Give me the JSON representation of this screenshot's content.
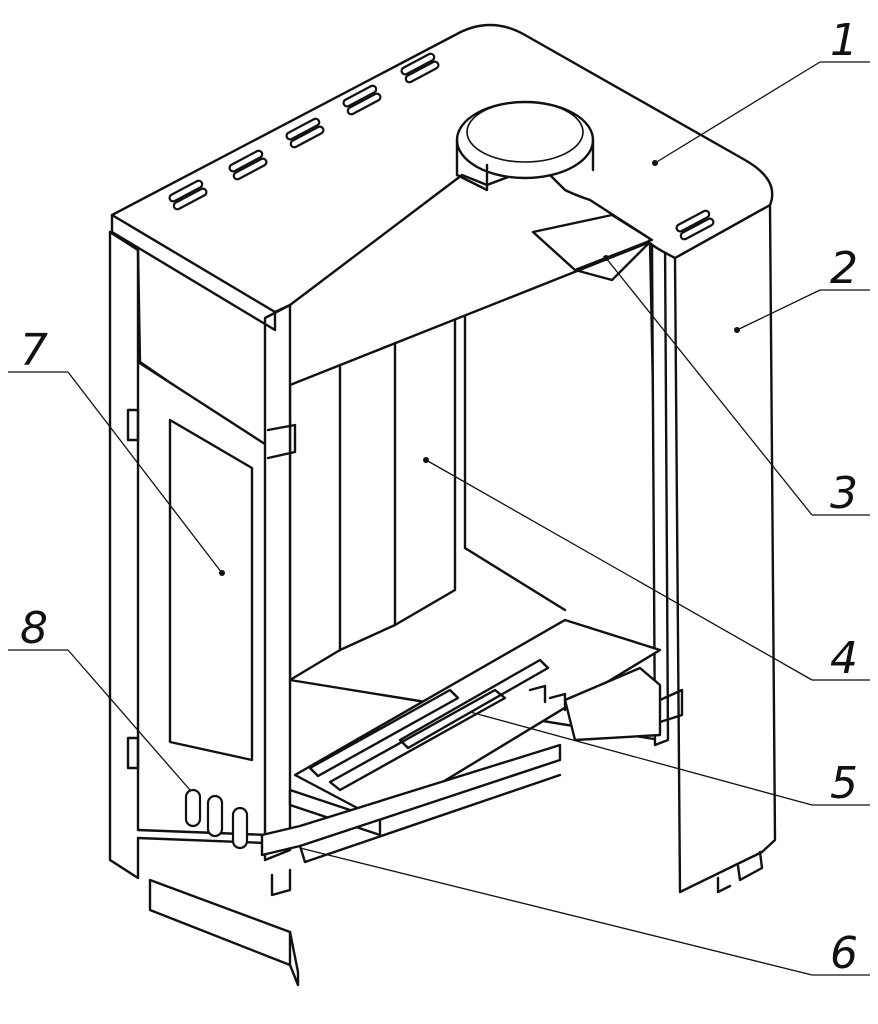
{
  "diagram": {
    "callouts": [
      {
        "id": "callout-1",
        "label": "1"
      },
      {
        "id": "callout-2",
        "label": "2"
      },
      {
        "id": "callout-3",
        "label": "3"
      },
      {
        "id": "callout-4",
        "label": "4"
      },
      {
        "id": "callout-5",
        "label": "5"
      },
      {
        "id": "callout-6",
        "label": "6"
      },
      {
        "id": "callout-7",
        "label": "7"
      },
      {
        "id": "callout-8",
        "label": "8"
      }
    ]
  },
  "colors": {
    "line": "#111111",
    "background": "#ffffff"
  }
}
